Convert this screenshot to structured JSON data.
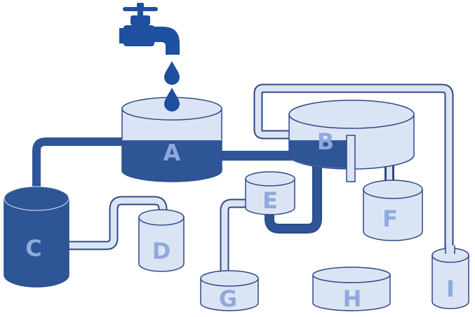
{
  "colors": {
    "dark": "#2e5596",
    "light": "#dbe4f4",
    "outline": "#2e4a86",
    "label_light": "#8eaadc",
    "faucet": "#1f4fa0"
  },
  "icons": [
    "faucet-icon",
    "water-drop-icon"
  ],
  "tanks": {
    "A": {
      "label": "A"
    },
    "B": {
      "label": "B"
    },
    "C": {
      "label": "C"
    },
    "D": {
      "label": "D"
    },
    "E": {
      "label": "E"
    },
    "F": {
      "label": "F"
    },
    "G": {
      "label": "G"
    },
    "H": {
      "label": "H"
    },
    "I": {
      "label": "I"
    }
  }
}
